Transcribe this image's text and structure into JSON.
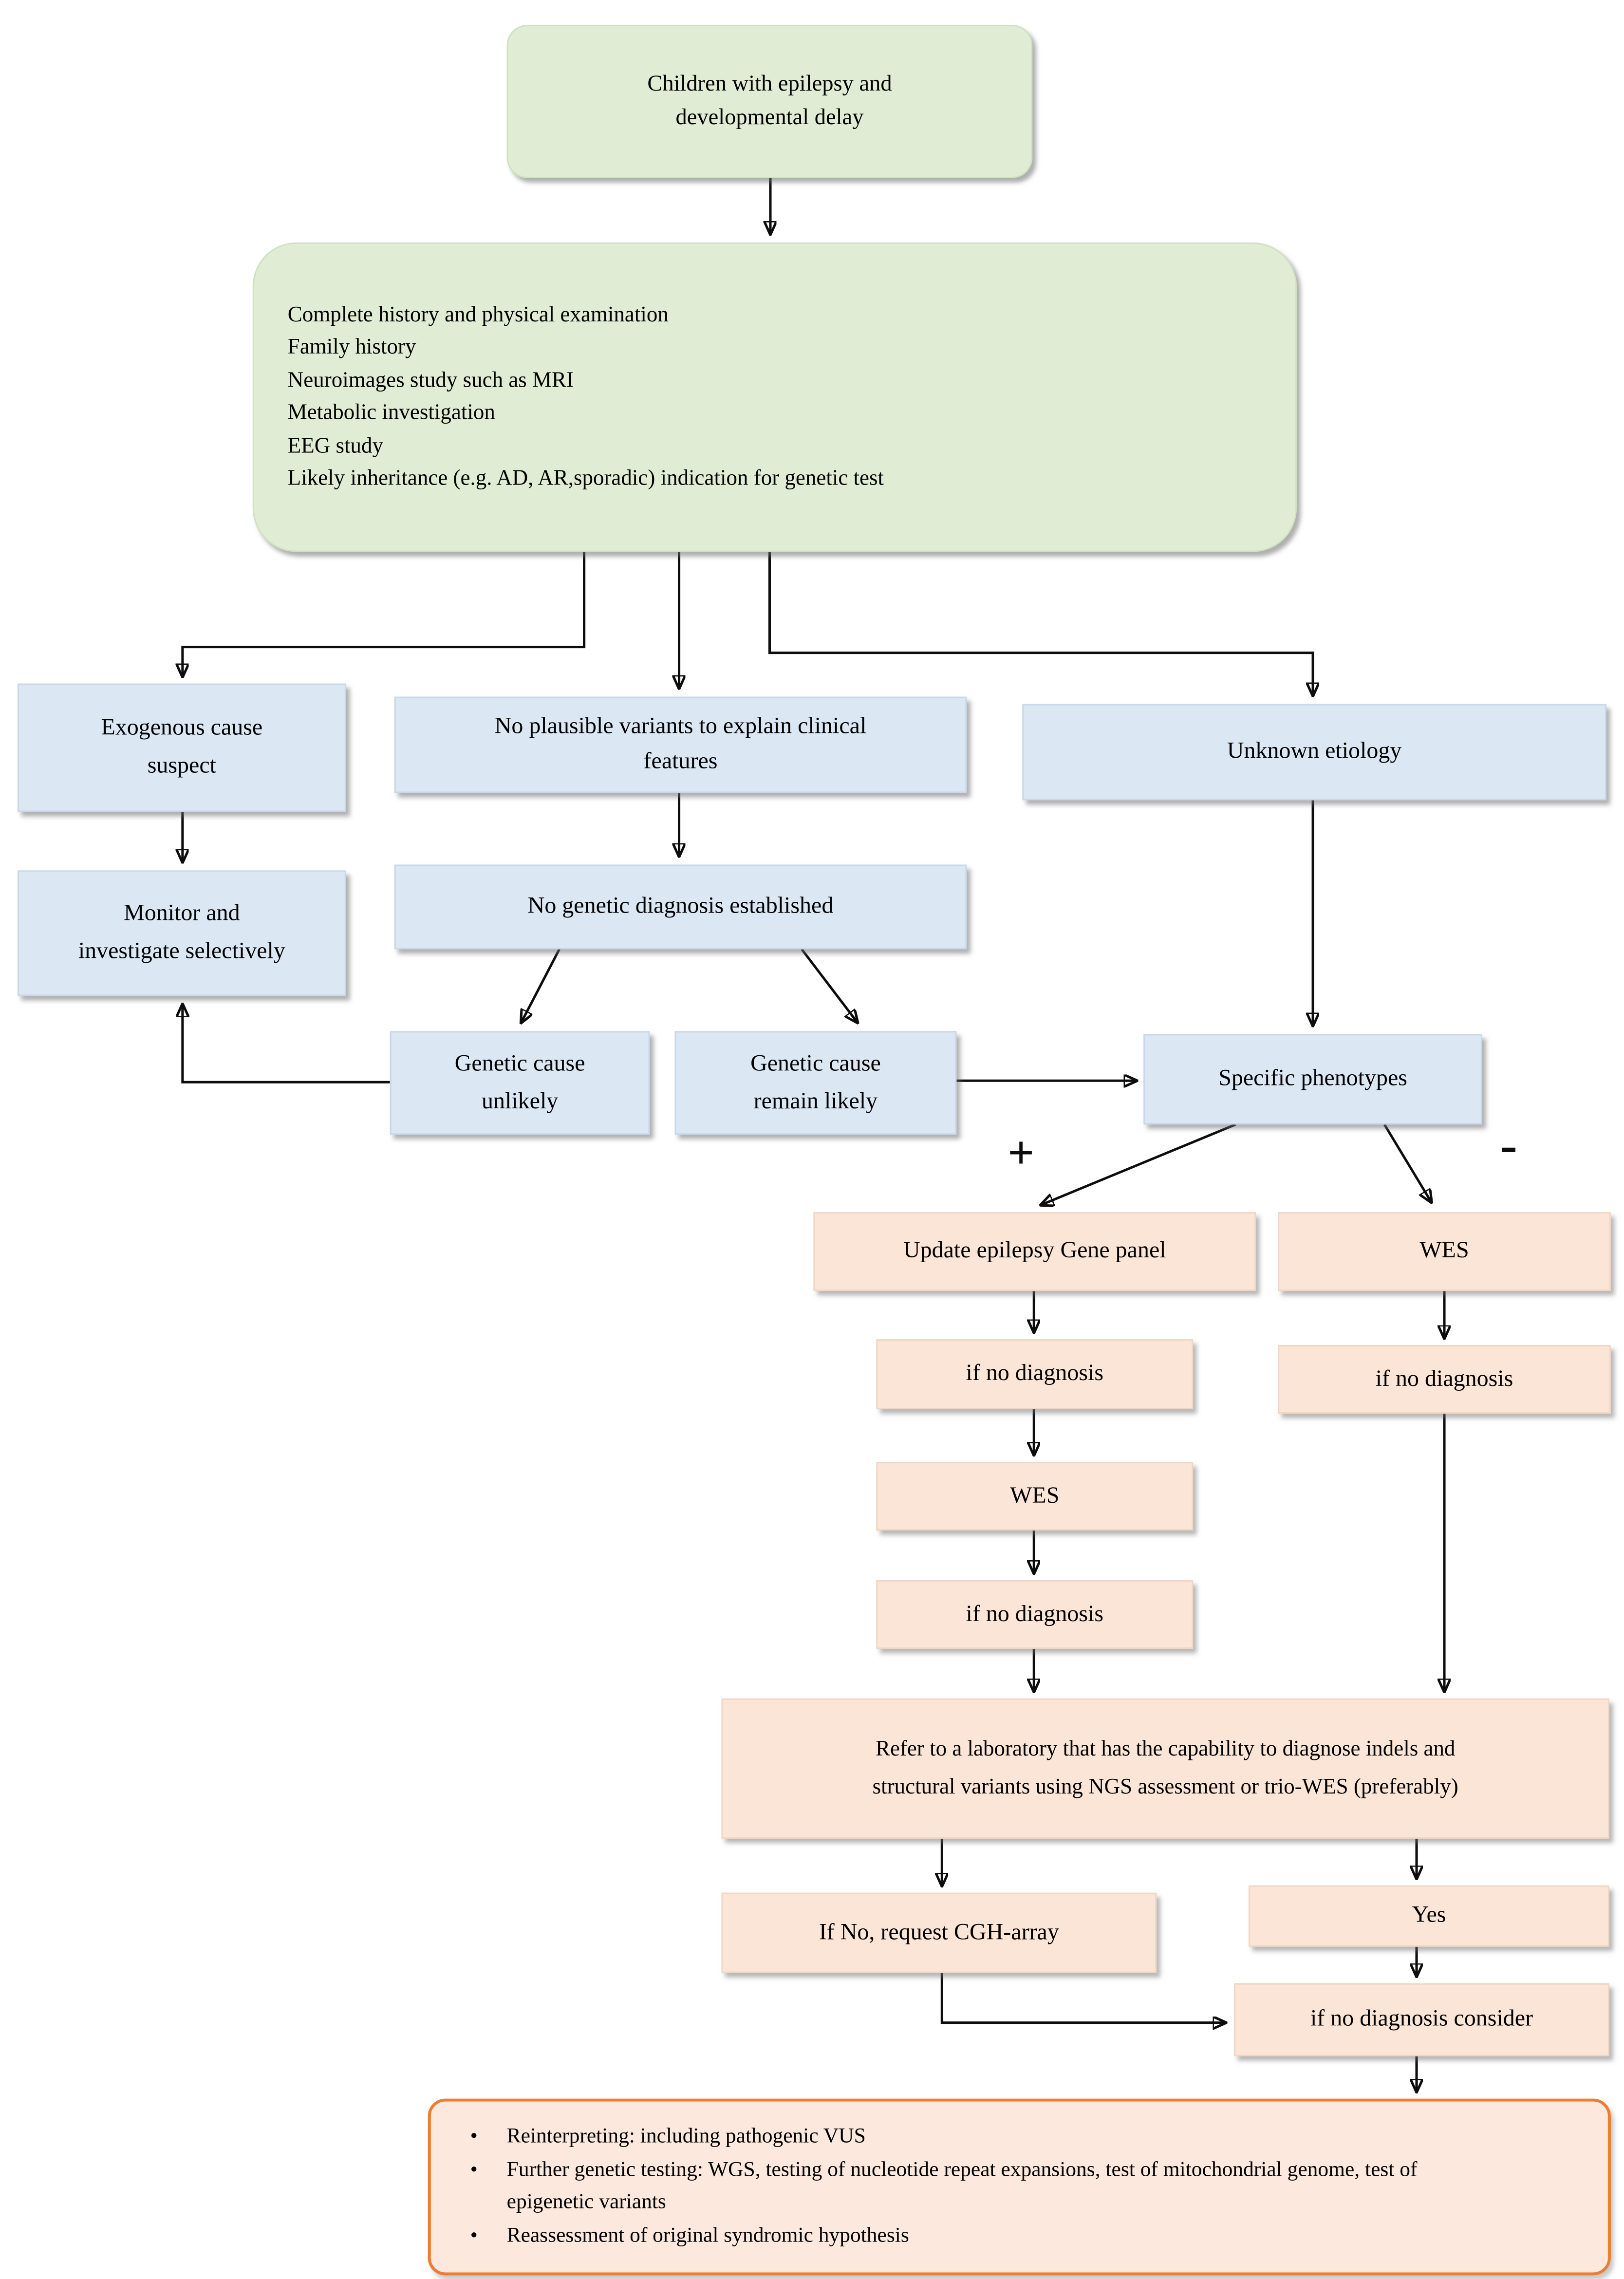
{
  "diagram": {
    "title_hint": "pediatric epilepsy genetic testing flowchart",
    "colors": {
      "green_fill": "#e0edd4",
      "blue_fill": "#dbe7f3",
      "peach_fill": "#fbe5d6",
      "final_box_border": "#ed7d31",
      "connector": "#0d0d0d",
      "text": "#000000"
    },
    "labels": {
      "plus": "+",
      "minus": "-"
    },
    "nodes": {
      "start": {
        "lines": [
          "Children with epilepsy and",
          "developmental delay"
        ]
      },
      "workup": {
        "lines": [
          "Complete history and physical examination",
          "Family history",
          "Neuroimages study such as MRI",
          "Metabolic investigation",
          "EEG study",
          "Likely inheritance (e.g. AD, AR,sporadic) indication for genetic test"
        ]
      },
      "exogenous": {
        "lines": [
          "Exogenous cause",
          "suspect"
        ]
      },
      "no_plausible": {
        "lines": [
          "No plausible variants to explain clinical",
          "features"
        ]
      },
      "unknown": {
        "label": "Unknown etiology"
      },
      "monitor": {
        "lines": [
          "Monitor and",
          "investigate selectively"
        ]
      },
      "no_genetic": {
        "label": "No genetic diagnosis established"
      },
      "unlikely": {
        "lines": [
          "Genetic cause",
          "unlikely"
        ]
      },
      "remain": {
        "lines": [
          "Genetic cause",
          "remain likely"
        ]
      },
      "specific": {
        "label": "Specific phenotypes"
      },
      "update_panel": {
        "label": "Update epilepsy Gene panel"
      },
      "wes_right": {
        "label": "WES"
      },
      "no_dx_left1": {
        "label": "if no diagnosis"
      },
      "no_dx_right": {
        "label": "if no diagnosis"
      },
      "wes_left": {
        "label": "WES"
      },
      "no_dx_left2": {
        "label": "if no diagnosis"
      },
      "refer": {
        "lines": [
          "Refer to a laboratory that has the capability to diagnose indels and",
          "structural variants using NGS assessment or trio-WES (preferably)"
        ]
      },
      "cgh": {
        "label": "If No, request CGH-array"
      },
      "yes": {
        "label": "Yes"
      },
      "consider": {
        "label": "if no diagnosis consider"
      },
      "final": {
        "bullets": [
          "Reinterpreting: including pathogenic VUS",
          "Further genetic testing: WGS, testing of nucleotide repeat expansions, test of mitochondrial genome, test of epigenetic variants",
          "Reassessment of original syndromic hypothesis"
        ],
        "bullet_glyph": "•"
      }
    }
  }
}
